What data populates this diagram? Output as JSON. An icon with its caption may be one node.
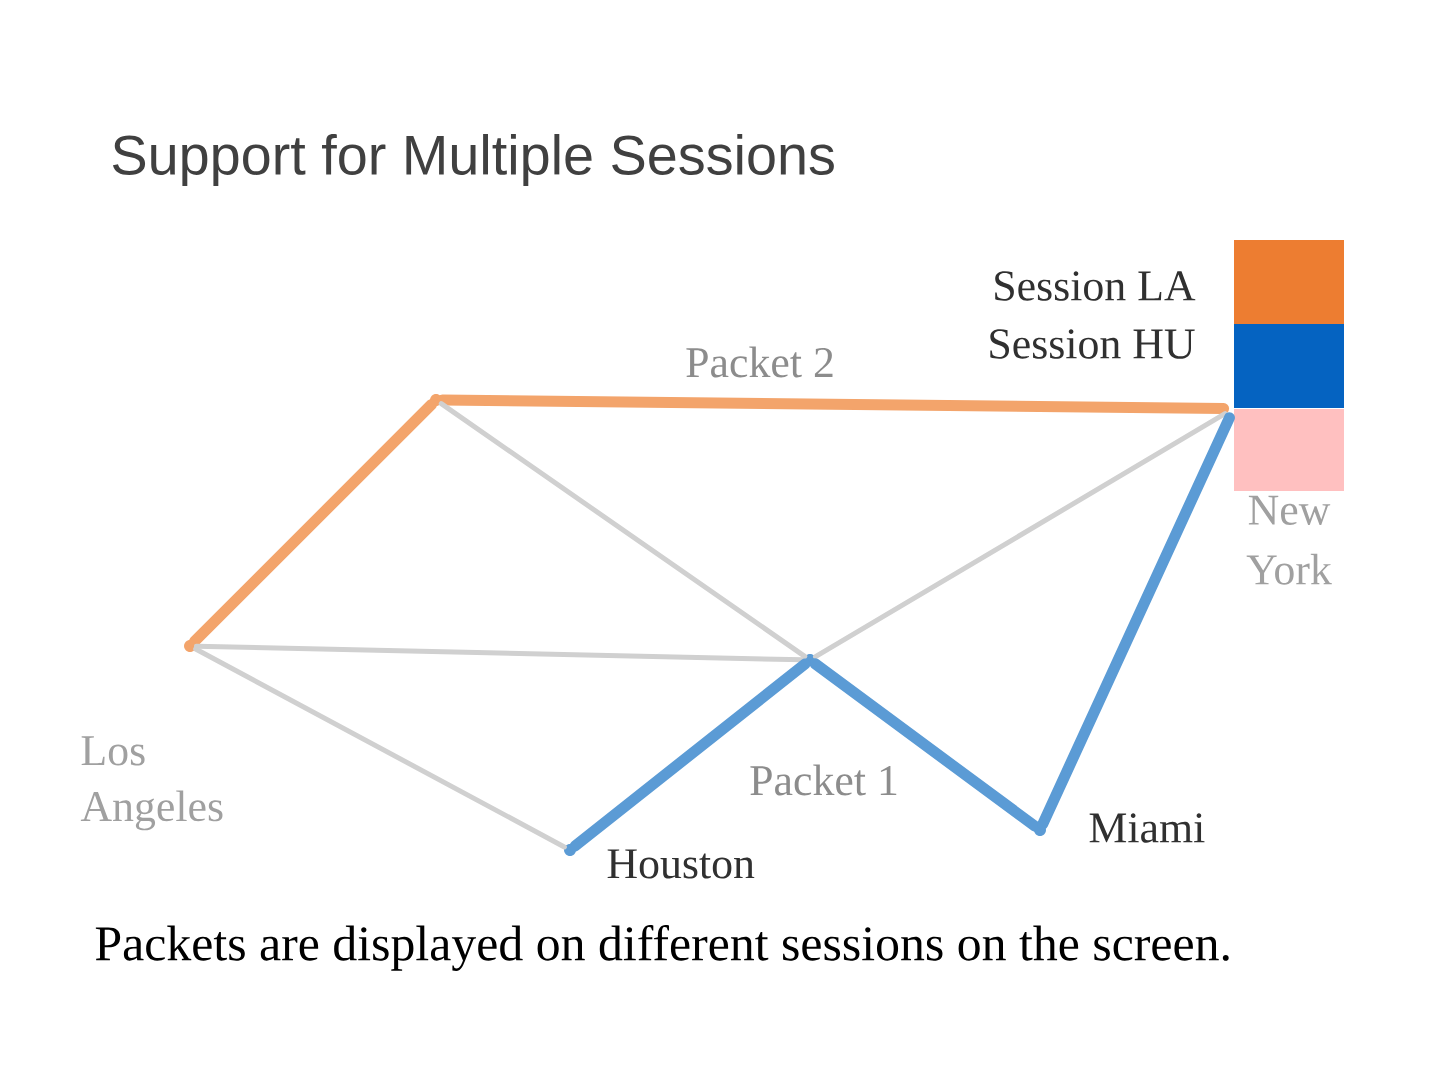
{
  "diagram": {
    "title": "Support for Multiple Sessions",
    "caption": "Packets are displayed on different sessions on the screen.",
    "nodes": [
      {
        "text": [],
        "shape": "circle",
        "beside": [
          "Los Angeles"
        ]
      },
      {
        "text": [],
        "shape": "circle"
      },
      {
        "text": [],
        "shape": "circle"
      },
      {
        "text": [],
        "shape": "circle",
        "beside": [
          "Houston"
        ]
      },
      {
        "text": [],
        "shape": "circle",
        "beside": [
          "Miami"
        ]
      },
      {
        "text": [
          "New York"
        ]
      }
    ],
    "edges": [
      {
        "from": 0,
        "to": 1,
        "arrow": "none",
        "color": "#f3a46b"
      },
      {
        "from": 1,
        "to": 5,
        "arrow": "none",
        "color": "#f3a46b",
        "label": "Packet 2"
      },
      {
        "from": 0,
        "to": 2,
        "arrow": "none"
      },
      {
        "from": 2,
        "to": 5,
        "arrow": "none"
      },
      {
        "from": 1,
        "to": 2,
        "arrow": "none"
      },
      {
        "from": 2,
        "to": 4,
        "arrow": "none",
        "color": "#5b9bd5",
        "label": "Packet 1"
      },
      {
        "from": 0,
        "to": 3,
        "arrow": "none"
      },
      {
        "from": 3,
        "to": 2,
        "arrow": "none",
        "color": "#5b9bd5"
      },
      {
        "from": 4,
        "to": 5,
        "arrow": "none",
        "color": "#5b9bd5"
      }
    ],
    "legend": [
      {
        "text": "Session LA",
        "color": "#ed7d31"
      },
      {
        "text": "Session HU",
        "color": "#0563c1"
      }
    ]
  }
}
